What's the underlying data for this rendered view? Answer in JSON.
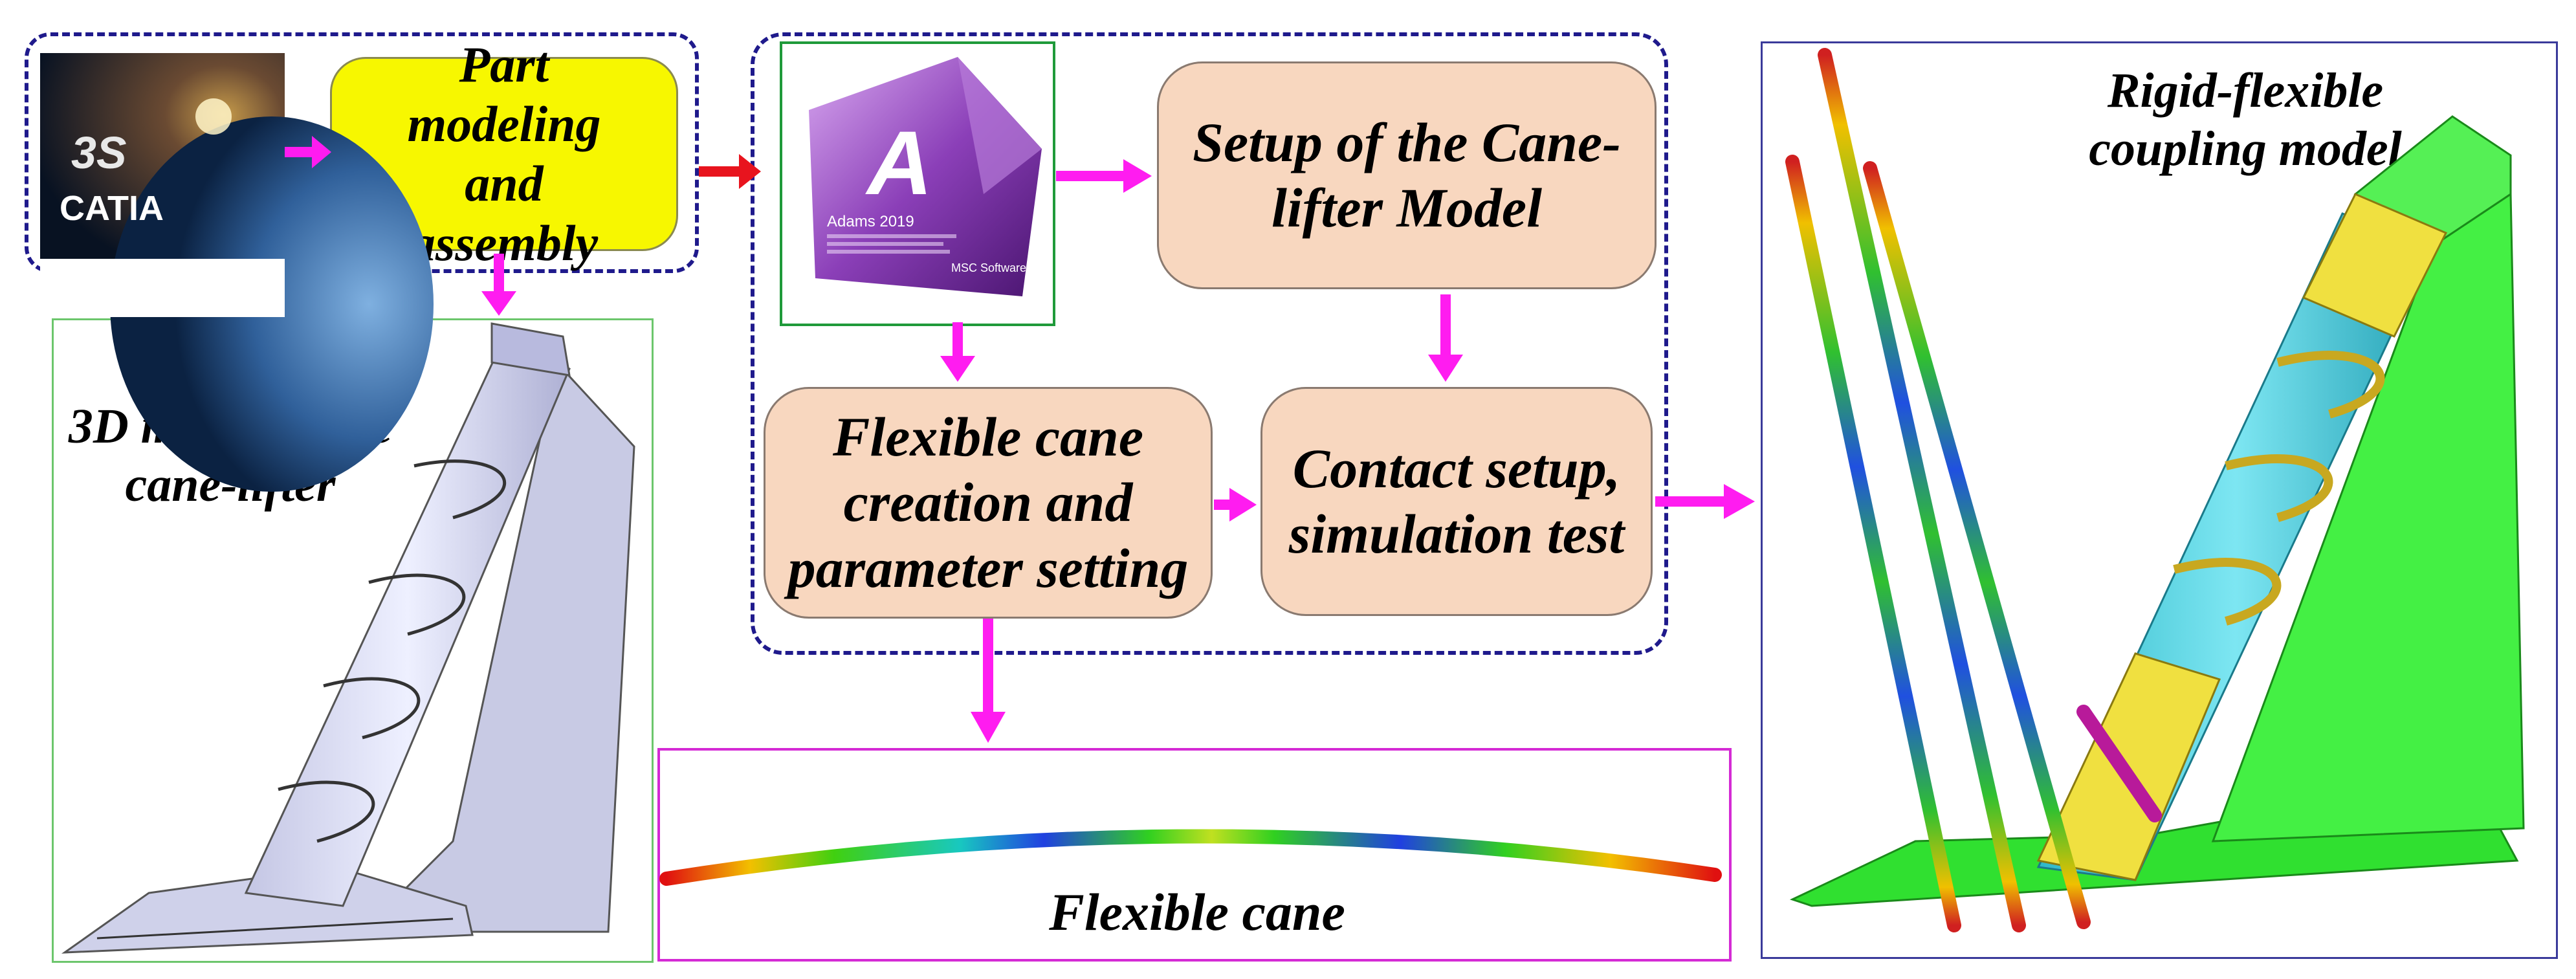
{
  "logos": {
    "catia": "CATIA",
    "adams_title": "Adams 2019",
    "adams_vendor": "MSC Software"
  },
  "nodes": {
    "part_modeling": "Part modeling and assembly",
    "setup_model": "Setup of the Cane-lifter  Model",
    "flexible_creation": "Flexible cane creation and parameter setting",
    "contact_setup": "Contact setup, simulation test"
  },
  "labels": {
    "model_3d": "3D model of the cane-lifter",
    "flexible_cane": "Flexible cane",
    "rigid_flexible": "Rigid-flexible coupling model"
  },
  "colors": {
    "arrow_magenta": "#ff1cf0",
    "arrow_red": "#e8141e",
    "dashed_border": "#1f1a8c",
    "node_fill": "#f8d7bf",
    "highlight_fill": "#f7f700"
  },
  "icons": {
    "catia_logo": "catia-logo-icon",
    "adams_logo": "adams-logo-icon"
  }
}
